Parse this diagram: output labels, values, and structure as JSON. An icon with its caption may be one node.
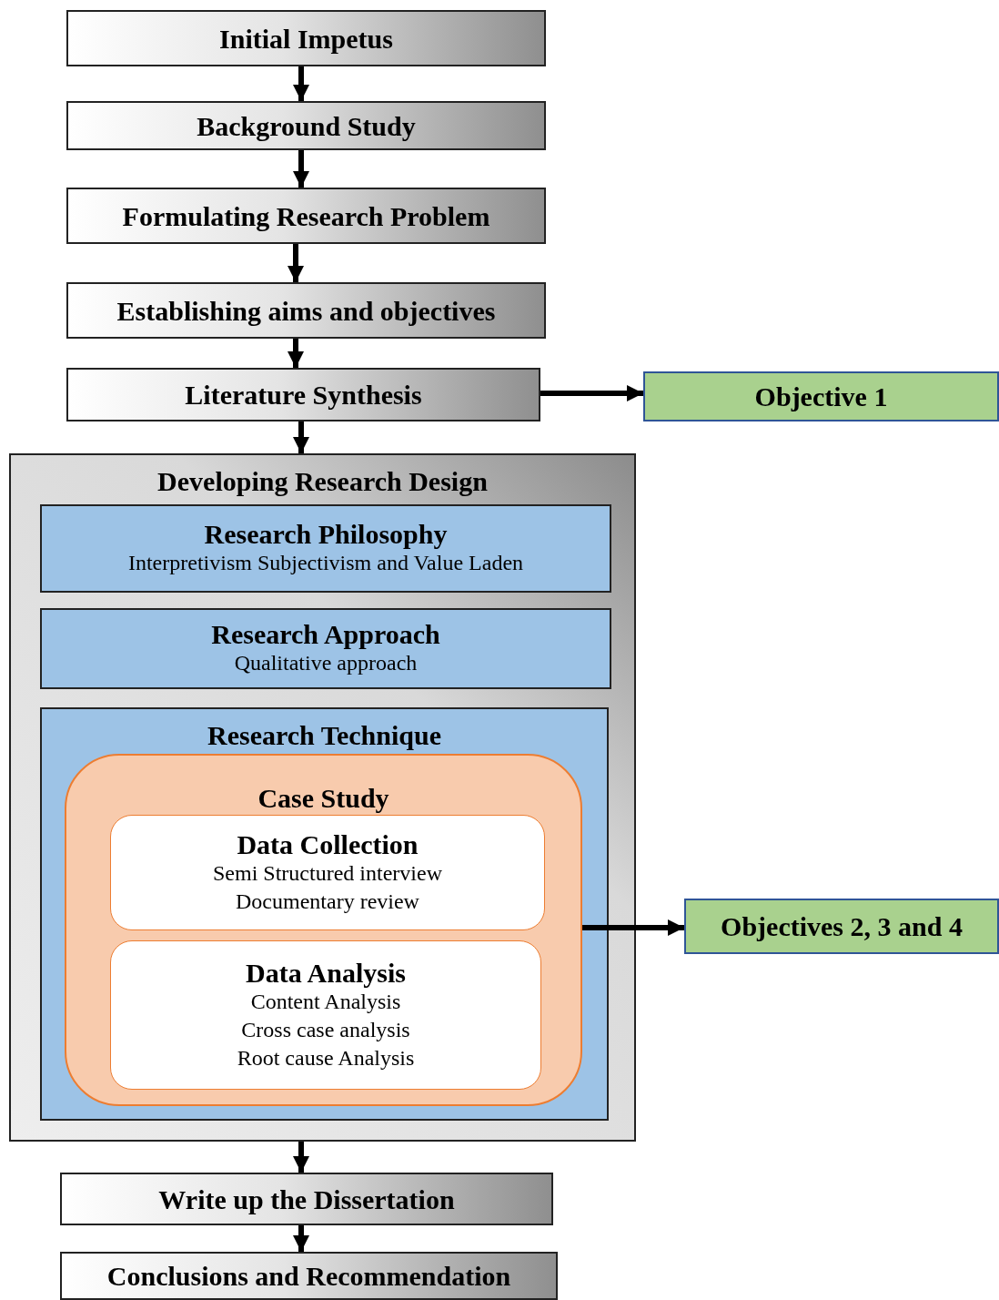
{
  "diagram": {
    "nodes": [
      {
        "text": [
          "Initial Impetus"
        ]
      },
      {
        "text": [
          "Background Study"
        ]
      },
      {
        "text": [
          "Formulating Research Problem"
        ]
      },
      {
        "text": [
          "Establishing aims and objectives"
        ]
      },
      {
        "text": [
          "Literature Synthesis"
        ]
      },
      {
        "text": [
          "Objective 1"
        ]
      },
      {
        "text": [
          "Developing Research Design"
        ]
      },
      {
        "text": [
          "Research Philosophy",
          "Interpretivism Subjectivism and Value Laden"
        ],
        "in": 6
      },
      {
        "text": [
          "Research Approach",
          "Qualitative approach"
        ],
        "in": 6
      },
      {
        "text": [
          "Research Technique"
        ],
        "in": 6
      },
      {
        "text": [
          "Case Study"
        ],
        "in": 9
      },
      {
        "text": [
          "Data Collection",
          "Semi Structured interview",
          "Documentary review"
        ],
        "in": 10
      },
      {
        "text": [
          "Data Analysis",
          "Content Analysis",
          "Cross case analysis",
          "Root cause Analysis"
        ],
        "in": 10
      },
      {
        "text": [
          "Objectives 2, 3 and 4"
        ]
      },
      {
        "text": [
          "Write up the Dissertation"
        ]
      },
      {
        "text": [
          "Conclusions and Recommendation"
        ]
      }
    ],
    "edges": [
      {
        "from": 0,
        "to": 1,
        "arrow": "to"
      },
      {
        "from": 1,
        "to": 2,
        "arrow": "to"
      },
      {
        "from": 2,
        "to": 3,
        "arrow": "to"
      },
      {
        "from": 3,
        "to": 4,
        "arrow": "to"
      },
      {
        "from": 4,
        "to": 5,
        "arrow": "to"
      },
      {
        "from": 4,
        "to": 6,
        "arrow": "to"
      },
      {
        "from": 10,
        "to": 13,
        "arrow": "to"
      },
      {
        "from": 6,
        "to": 14,
        "arrow": "to"
      },
      {
        "from": 14,
        "to": 15,
        "arrow": "to"
      }
    ]
  }
}
